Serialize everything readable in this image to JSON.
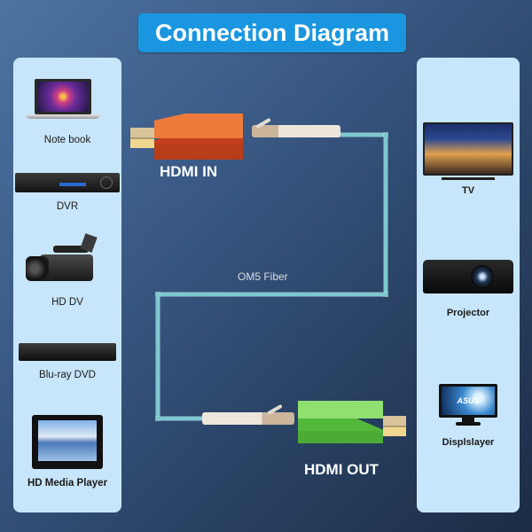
{
  "title": "Connection Diagram",
  "colors": {
    "title_bg": "#1a96e0",
    "panel_bg": "#c8e6fb",
    "background_top": "#4d73a2",
    "background_bottom": "#1c2d45",
    "fiber": "#7ec8d0",
    "hdmi_in_adapter": "#d2501f",
    "hdmi_out_adapter": "#6cc850"
  },
  "source_devices": [
    {
      "label": "Note book",
      "icon": "laptop-icon"
    },
    {
      "label": "DVR",
      "icon": "dvr-icon"
    },
    {
      "label": "HD DV",
      "icon": "camcorder-icon"
    },
    {
      "label": "Blu-ray DVD",
      "icon": "bluray-player-icon"
    },
    {
      "label": "HD Media Player",
      "icon": "tablet-icon"
    }
  ],
  "display_devices": [
    {
      "label": "TV",
      "icon": "tv-icon"
    },
    {
      "label": "Projector",
      "icon": "projector-icon"
    },
    {
      "label": "Displslayer",
      "icon": "monitor-icon",
      "brand": "ASUS"
    }
  ],
  "transmitter": {
    "label": "HDMI IN"
  },
  "receiver": {
    "label": "HDMI OUT"
  },
  "cable": {
    "label": "OM5 Fiber"
  }
}
